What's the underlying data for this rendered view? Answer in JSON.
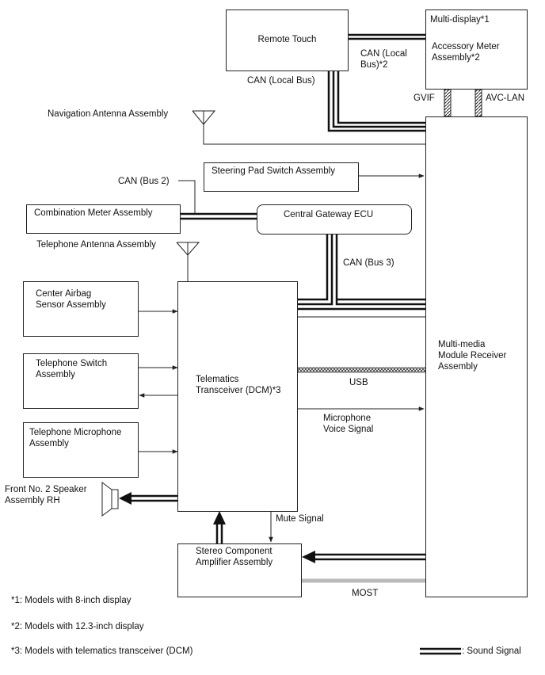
{
  "blocks": {
    "remote_touch": "Remote Touch",
    "multi_display": "Multi-display*1",
    "accessory_meter": "Accessory Meter\nAssembly*2",
    "steering_pad": "Steering Pad Switch Assembly",
    "combination_meter": "Combination Meter Assembly",
    "central_gateway": "Central Gateway ECU",
    "center_airbag": "Center Airbag\nSensor Assembly",
    "telephone_switch": "Telephone Switch\nAssembly",
    "telephone_microphone": "Telephone Microphone\nAssembly",
    "telematics": "Telematics\nTransceiver (DCM)*3",
    "multimedia": "Multi-media\nModule Receiver\nAssembly",
    "stereo_amp": "Stereo Component\nAmplifier Assembly"
  },
  "labels": {
    "can_local_bus_right": "CAN (Local\nBus)*2",
    "can_local_bus": "CAN (Local Bus)",
    "gvif": "GVIF",
    "avc_lan": "AVC-LAN",
    "navigation_antenna": "Navigation Antenna Assembly",
    "can_bus2": "CAN (Bus 2)",
    "telephone_antenna": "Telephone Antenna Assembly",
    "can_bus3": "CAN (Bus 3)",
    "usb": "USB",
    "microphone_voice": "Microphone\nVoice Signal",
    "front_speaker": "Front No. 2 Speaker\nAssembly RH",
    "mute_signal": "Mute Signal",
    "most": "MOST"
  },
  "notes": {
    "note1": "*1: Models with 8-inch display",
    "note2": "*2: Models with 12.3-inch display",
    "note3": "*3: Models with telematics transceiver (DCM)"
  },
  "legend": {
    "sound_signal": ": Sound Signal"
  }
}
